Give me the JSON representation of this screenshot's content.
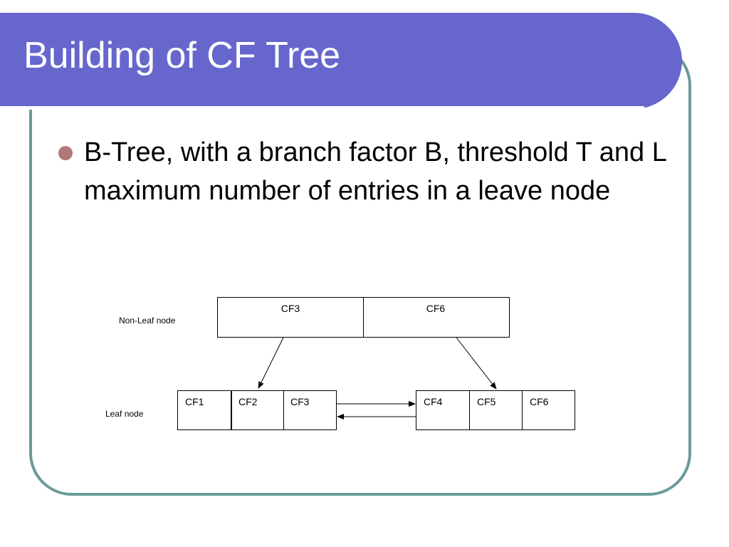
{
  "slide": {
    "title": "Building of CF Tree",
    "bullet": "B-Tree, with a branch factor B, threshold T and L maximum number of entries in a leave node"
  },
  "diagram": {
    "nonleaf_label": "Non-Leaf  node",
    "leaf_label": "Leaf  node",
    "nonleaf_entries": [
      "CF3",
      "CF6"
    ],
    "left_leaf_entries": [
      "CF1",
      "CF2",
      "CF3"
    ],
    "right_leaf_entries": [
      "CF4",
      "CF5",
      "CF6"
    ]
  }
}
